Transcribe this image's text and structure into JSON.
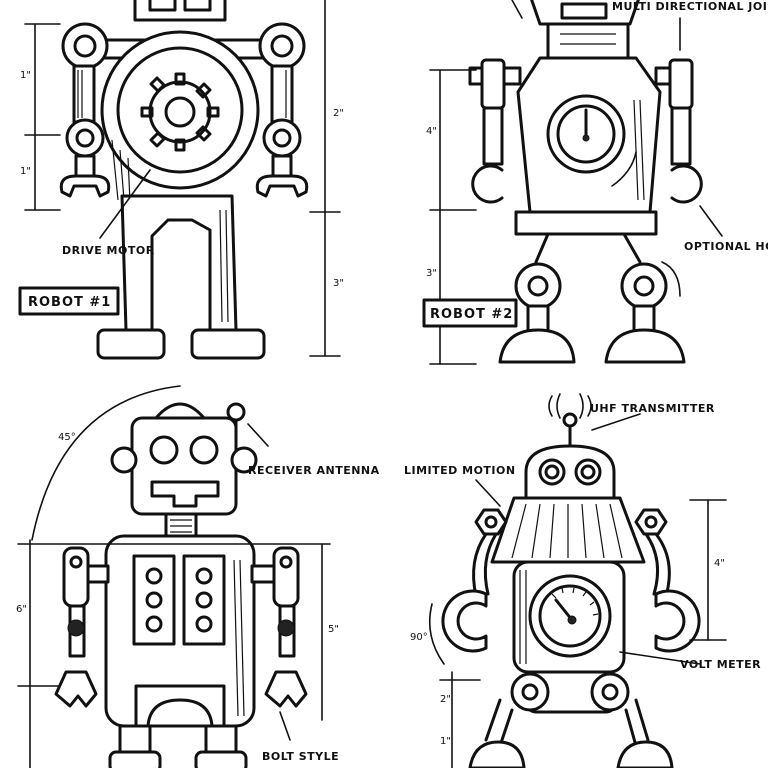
{
  "sheet": {
    "colors": {
      "ink": "#111111",
      "paper": "#ffffff"
    },
    "robots": [
      {
        "tag": "ROBOT #1",
        "callouts": [
          "DRIVE MOTOR"
        ],
        "dimensions": [
          "1\"",
          "1\"",
          "2\"",
          "3\""
        ]
      },
      {
        "tag": "ROBOT #2",
        "callouts": [
          "MULTI DIRECTIONAL JOINT",
          "OPTIONAL HOOK"
        ],
        "dimensions": [
          "4\"",
          "3\""
        ]
      },
      {
        "tag": "",
        "callouts": [
          "RECEIVER ANTENNA",
          "BOLT STYLE"
        ],
        "dimensions": [
          "45°",
          "6\"",
          "5\""
        ]
      },
      {
        "tag": "",
        "callouts": [
          "UHF TRANSMITTER",
          "LIMITED MOTION",
          "VOLT METER"
        ],
        "dimensions": [
          "4\"",
          "90°",
          "2\"",
          "1\""
        ]
      }
    ]
  }
}
